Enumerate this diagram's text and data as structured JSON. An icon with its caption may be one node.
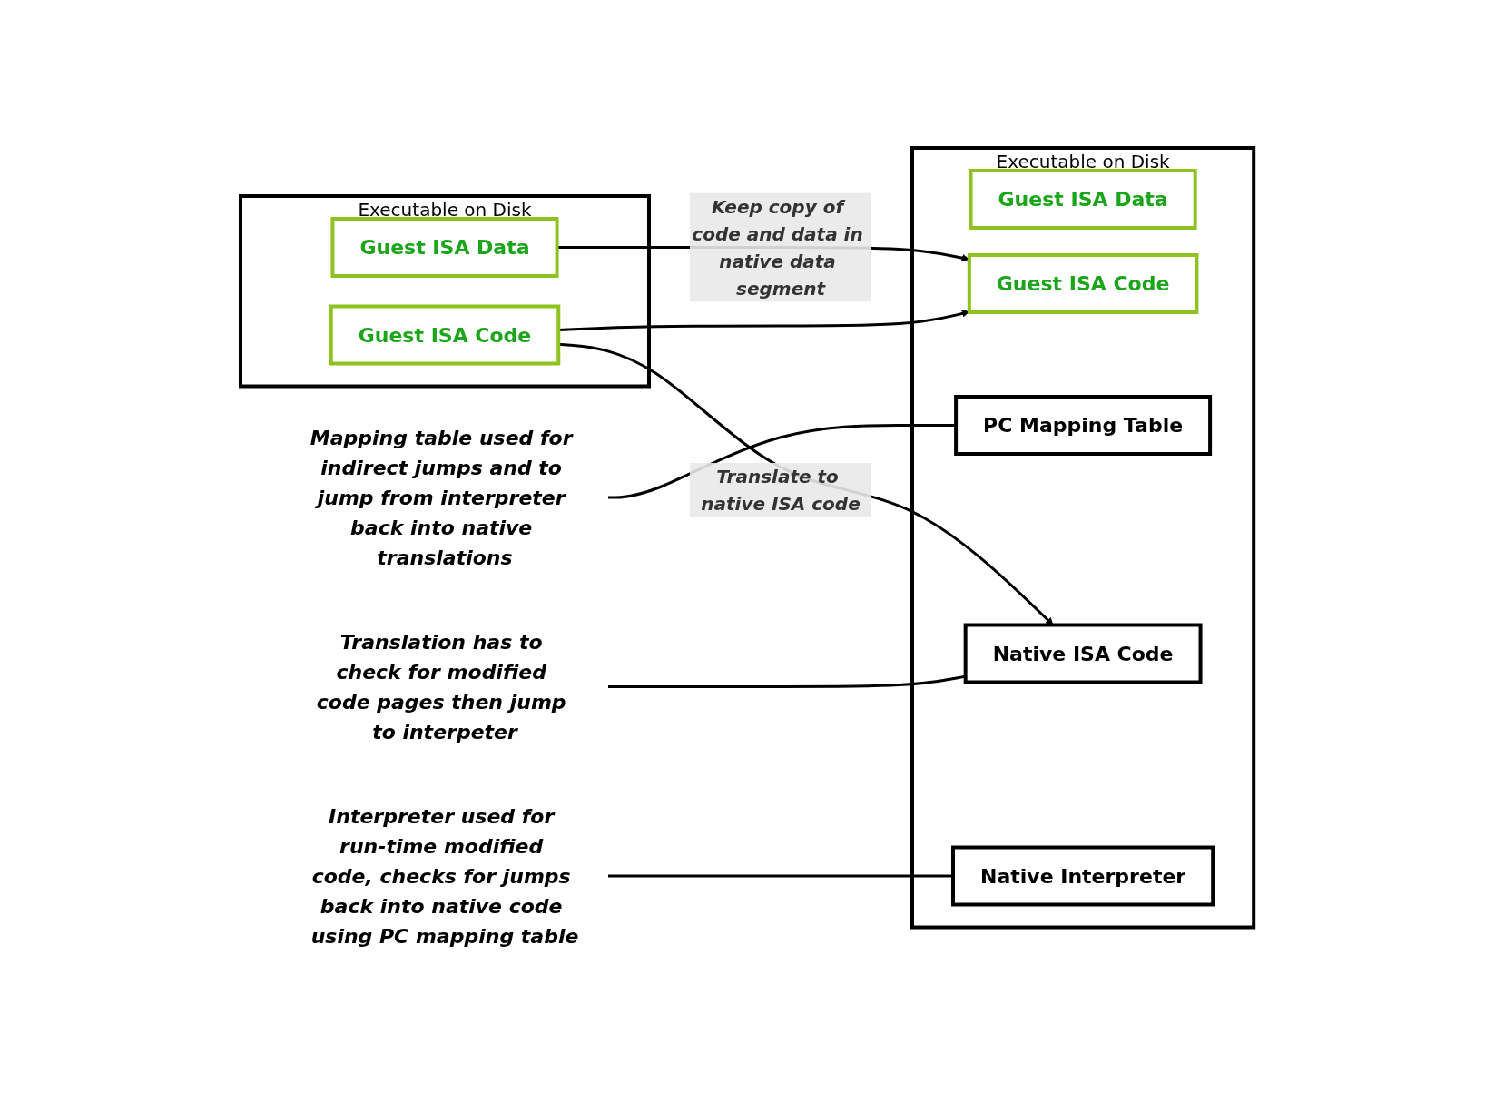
{
  "diagram": {
    "nodes": [
      {
        "text": [
          "Executable on Disk"
        ]
      },
      {
        "text": [
          "Guest ISA Data"
        ],
        "in": 0
      },
      {
        "text": [
          "Guest ISA Code"
        ],
        "in": 0
      },
      {
        "text": [
          "Executable on Disk"
        ]
      },
      {
        "text": [
          "Guest ISA Data"
        ],
        "in": 3
      },
      {
        "text": [
          "Guest ISA Code"
        ],
        "in": 3
      },
      {
        "text": [
          "PC Mapping Table"
        ],
        "in": 3
      },
      {
        "text": [
          "Native ISA Code"
        ],
        "in": 3
      },
      {
        "text": [
          "Native Interpreter"
        ],
        "in": 3
      },
      {
        "text": [
          "Mapping table used for indirect jumps and to jump from interpreter back into native translations"
        ]
      },
      {
        "text": [
          "Translation has to check for modified code pages then jump to interpeter"
        ]
      },
      {
        "text": [
          "Interpreter used for run-time modified code, checks for jumps back into native code using PC mapping table"
        ]
      }
    ],
    "edges": [
      {
        "from": 1,
        "to": 5,
        "arrow": "to",
        "label": "Keep copy of code and data in native data segment"
      },
      {
        "from": 2,
        "to": 5,
        "arrow": "to"
      },
      {
        "from": 2,
        "to": 7,
        "arrow": "to",
        "label": "Translate to native ISA code"
      },
      {
        "from": 9,
        "to": 6,
        "arrow": "none"
      },
      {
        "from": 10,
        "to": 7,
        "arrow": "none"
      },
      {
        "from": 11,
        "to": 8,
        "arrow": "none"
      }
    ]
  }
}
